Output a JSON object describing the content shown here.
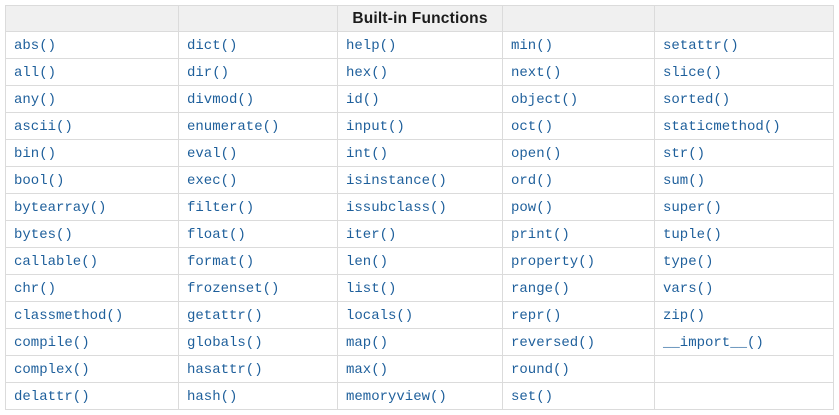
{
  "table": {
    "title": "Built-in Functions",
    "link_color": "#1e5f9b",
    "header_bg": "#f0f0f0",
    "border_color": "#dbdbdb",
    "columns": [
      [
        "abs()",
        "all()",
        "any()",
        "ascii()",
        "bin()",
        "bool()",
        "bytearray()",
        "bytes()",
        "callable()",
        "chr()",
        "classmethod()",
        "compile()",
        "complex()",
        "delattr()"
      ],
      [
        "dict()",
        "dir()",
        "divmod()",
        "enumerate()",
        "eval()",
        "exec()",
        "filter()",
        "float()",
        "format()",
        "frozenset()",
        "getattr()",
        "globals()",
        "hasattr()",
        "hash()"
      ],
      [
        "help()",
        "hex()",
        "id()",
        "input()",
        "int()",
        "isinstance()",
        "issubclass()",
        "iter()",
        "len()",
        "list()",
        "locals()",
        "map()",
        "max()",
        "memoryview()"
      ],
      [
        "min()",
        "next()",
        "object()",
        "oct()",
        "open()",
        "ord()",
        "pow()",
        "print()",
        "property()",
        "range()",
        "repr()",
        "reversed()",
        "round()",
        "set()"
      ],
      [
        "setattr()",
        "slice()",
        "sorted()",
        "staticmethod()",
        "str()",
        "sum()",
        "super()",
        "tuple()",
        "type()",
        "vars()",
        "zip()",
        "__import__()",
        "",
        ""
      ]
    ]
  }
}
